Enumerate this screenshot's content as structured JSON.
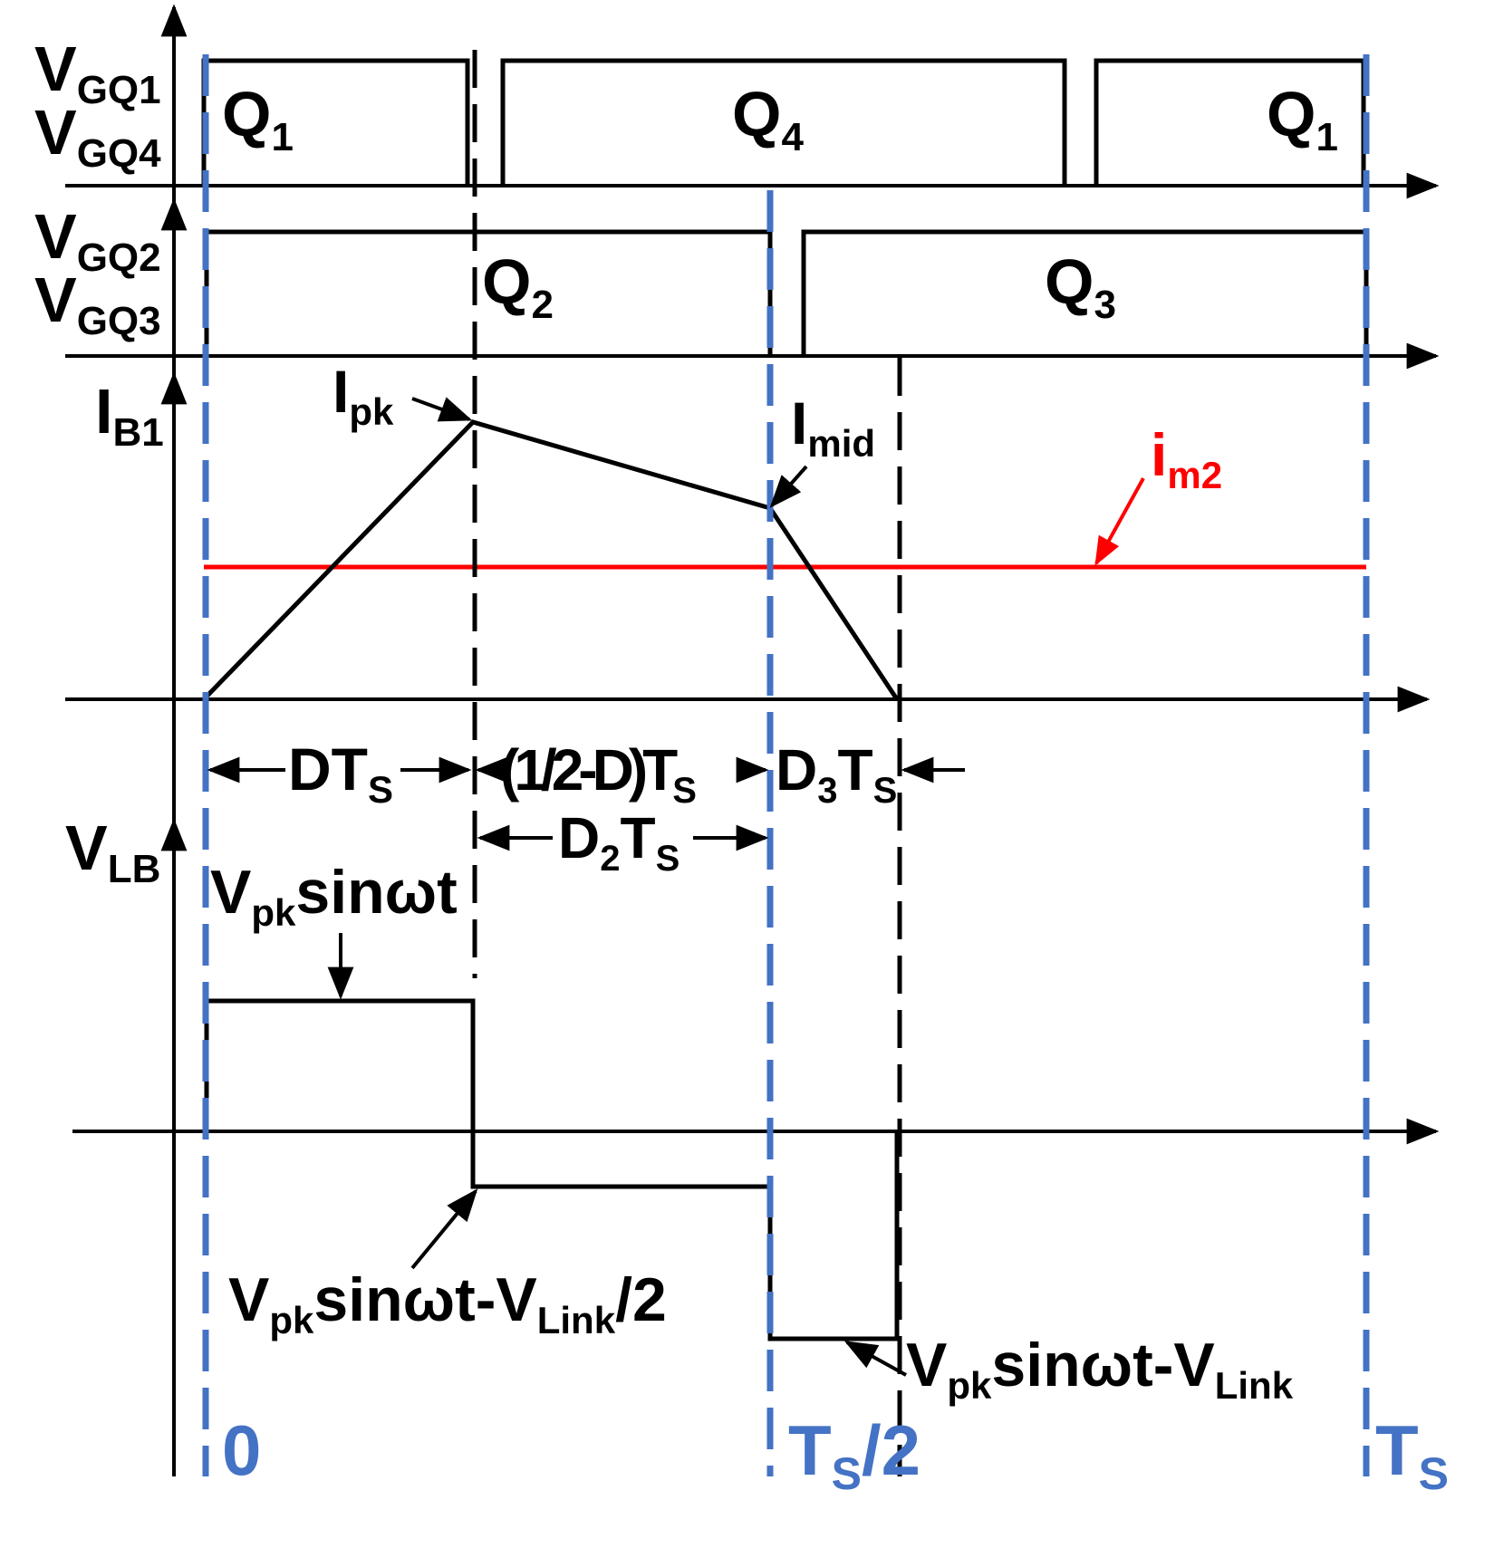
{
  "labels": {
    "vgq1_main": "V",
    "vgq1_sub": "GQ1",
    "vgq4_main": "V",
    "vgq4_sub": "GQ4",
    "vgq2_main": "V",
    "vgq2_sub": "GQ2",
    "vgq3_main": "V",
    "vgq3_sub": "GQ3",
    "ib1_main": "I",
    "ib1_sub": "B1",
    "vlb_main": "V",
    "vlb_sub": "LB",
    "q1a_main": "Q",
    "q1a_sub": "1",
    "q4_main": "Q",
    "q4_sub": "4",
    "q1b_main": "Q",
    "q1b_sub": "1",
    "q2_main": "Q",
    "q2_sub": "2",
    "q3_main": "Q",
    "q3_sub": "3",
    "ipk_main": "I",
    "ipk_sub": "pk",
    "imid_main": "I",
    "imid_sub": "mid",
    "im2_main": "i",
    "im2_sub": "m2",
    "dts_main": "DT",
    "dts_sub": "S",
    "half_d_main": "(1/2-D)T",
    "half_d_sub": "S",
    "d3ts_a": "D",
    "d3ts_a_sub": "3",
    "d3ts_b": "T",
    "d3ts_b_sub": "S",
    "d2ts_a": "D",
    "d2ts_a_sub": "2",
    "d2ts_b": "T",
    "d2ts_b_sub": "S",
    "vpk_sin_main": "V",
    "vpk_sin_sub": "pk",
    "vpk_sin_rest": "sinωt",
    "vlink2_v": "V",
    "vlink2_pk": "pk",
    "vlink2_mid": "sinωt-V",
    "vlink2_link": "Link",
    "vlink2_end": "/2",
    "vlink_v": "V",
    "vlink_pk": "pk",
    "vlink_mid": "sinωt-V",
    "vlink_link": "Link",
    "t0": "0",
    "ts2_main": "T",
    "ts2_sub": "S",
    "ts2_end": "/2",
    "ts_main": "T",
    "ts_sub": "S"
  },
  "colors": {
    "line": "#000000",
    "blue": "#4472c4",
    "red": "#ff0000"
  }
}
